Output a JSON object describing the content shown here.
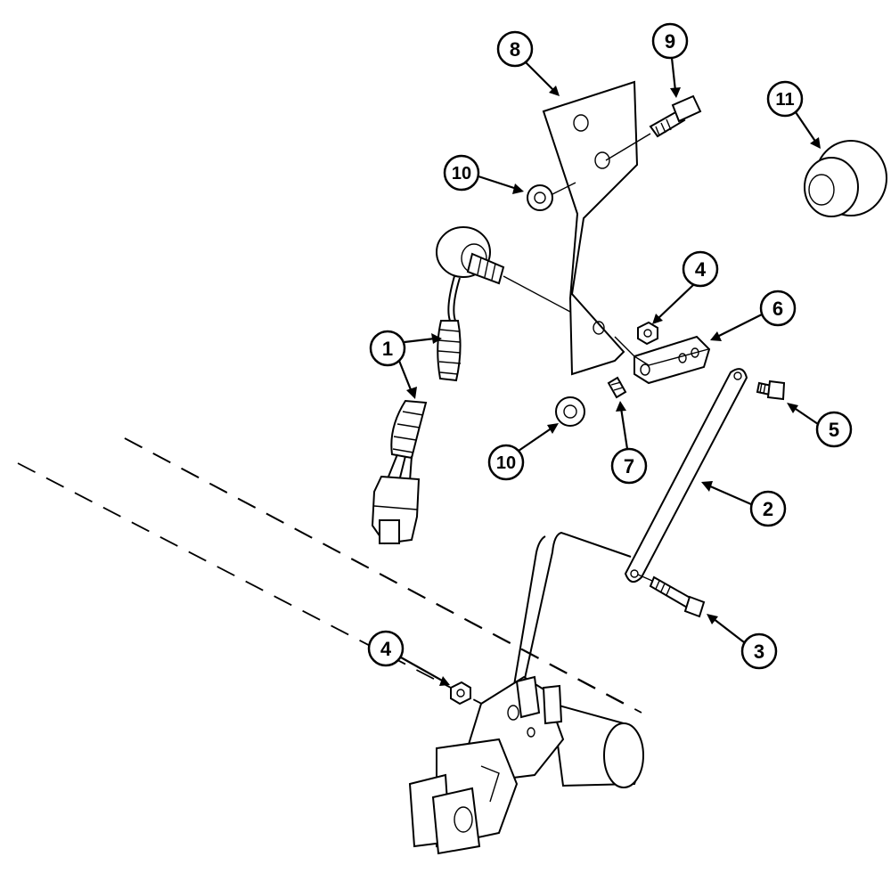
{
  "diagram": {
    "callouts": [
      {
        "id": "c1",
        "label": "1"
      },
      {
        "id": "c2",
        "label": "2"
      },
      {
        "id": "c3",
        "label": "3"
      },
      {
        "id": "c4a",
        "label": "4"
      },
      {
        "id": "c4b",
        "label": "4"
      },
      {
        "id": "c5",
        "label": "5"
      },
      {
        "id": "c6",
        "label": "6"
      },
      {
        "id": "c7",
        "label": "7"
      },
      {
        "id": "c8",
        "label": "8"
      },
      {
        "id": "c9",
        "label": "9"
      },
      {
        "id": "c10a",
        "label": "10"
      },
      {
        "id": "c10b",
        "label": "10"
      },
      {
        "id": "c11",
        "label": "11"
      }
    ]
  }
}
